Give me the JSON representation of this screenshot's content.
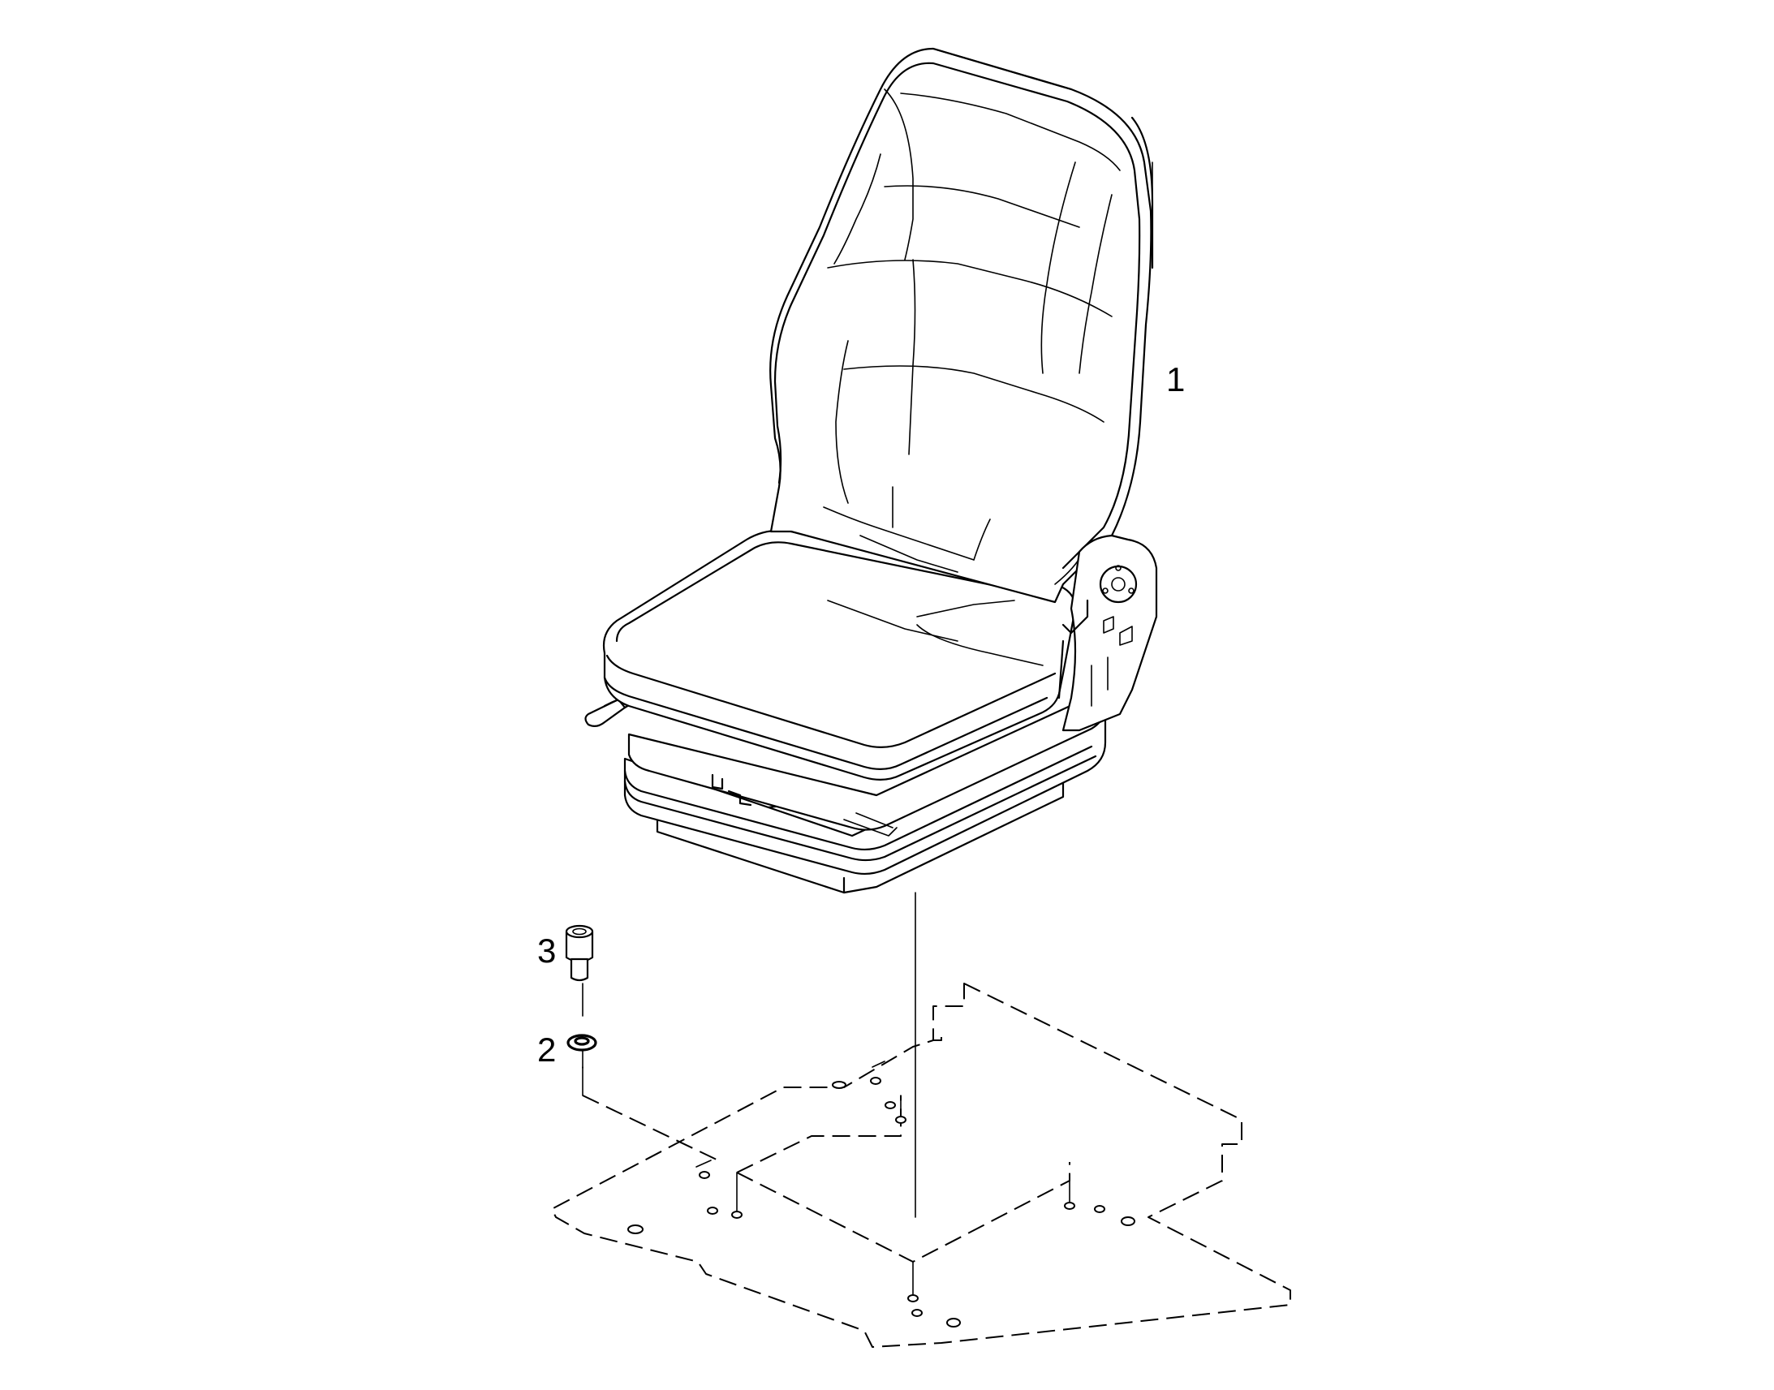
{
  "callouts": {
    "seat": "1",
    "washer": "2",
    "bolt": "3"
  },
  "colors": {
    "line": "#000000",
    "background": "#ffffff"
  }
}
